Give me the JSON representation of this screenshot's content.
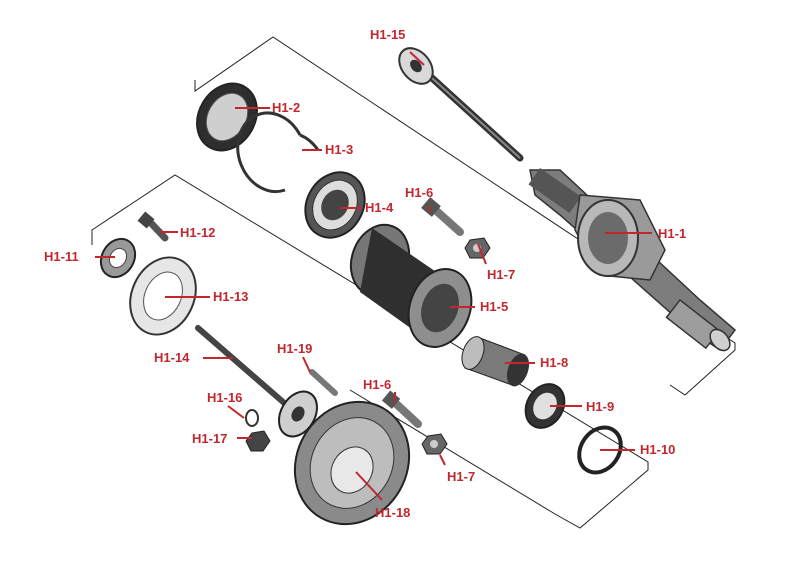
{
  "colors": {
    "label": "#c1272d",
    "line": "#222222",
    "part_dark": "#3a3a3a",
    "part_mid": "#8a8a8a",
    "part_light": "#c8c8c8"
  },
  "parts": [
    {
      "id": "H1-1",
      "label": "H1-1",
      "name": "axle-housing"
    },
    {
      "id": "H1-2",
      "label": "H1-2",
      "name": "oil-seal"
    },
    {
      "id": "H1-3",
      "label": "H1-3",
      "name": "snap-ring"
    },
    {
      "id": "H1-4",
      "label": "H1-4",
      "name": "bearing"
    },
    {
      "id": "H1-5",
      "label": "H1-5",
      "name": "hub"
    },
    {
      "id": "H1-6a",
      "label": "H1-6",
      "name": "wheel-stud-upper"
    },
    {
      "id": "H1-6b",
      "label": "H1-6",
      "name": "wheel-stud-lower"
    },
    {
      "id": "H1-7a",
      "label": "H1-7",
      "name": "wheel-nut-upper"
    },
    {
      "id": "H1-7b",
      "label": "H1-7",
      "name": "wheel-nut-lower"
    },
    {
      "id": "H1-8",
      "label": "H1-8",
      "name": "spacer-sleeve"
    },
    {
      "id": "H1-9",
      "label": "H1-9",
      "name": "inner-bearing"
    },
    {
      "id": "H1-10",
      "label": "H1-10",
      "name": "inner-seal"
    },
    {
      "id": "H1-11",
      "label": "H1-11",
      "name": "lock-nut"
    },
    {
      "id": "H1-12",
      "label": "H1-12",
      "name": "bolt"
    },
    {
      "id": "H1-13",
      "label": "H1-13",
      "name": "gasket"
    },
    {
      "id": "H1-14",
      "label": "H1-14",
      "name": "axle-shaft-short"
    },
    {
      "id": "H1-15",
      "label": "H1-15",
      "name": "axle-shaft-long"
    },
    {
      "id": "H1-16",
      "label": "H1-16",
      "name": "washer"
    },
    {
      "id": "H1-17",
      "label": "H1-17",
      "name": "nut"
    },
    {
      "id": "H1-18",
      "label": "H1-18",
      "name": "brake-drum"
    },
    {
      "id": "H1-19",
      "label": "H1-19",
      "name": "stud"
    }
  ]
}
